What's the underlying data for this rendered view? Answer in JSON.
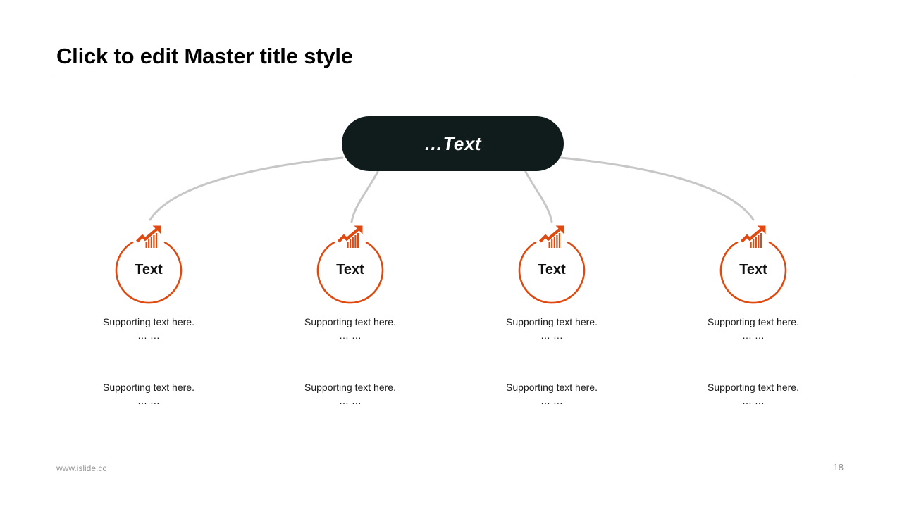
{
  "slide": {
    "title": "Click to edit Master title style",
    "footer_url": "www.islide.cc",
    "page_number": "18"
  },
  "root": {
    "label": "…Text"
  },
  "nodes": [
    {
      "label": "Text",
      "icon": "trend-up-chart-icon",
      "supports": [
        {
          "line1": "Supporting text here.",
          "line2": "… …"
        },
        {
          "line1": "Supporting text here.",
          "line2": "… …"
        }
      ]
    },
    {
      "label": "Text",
      "icon": "trend-up-chart-icon",
      "supports": [
        {
          "line1": "Supporting text here.",
          "line2": "… …"
        },
        {
          "line1": "Supporting text here.",
          "line2": "… …"
        }
      ]
    },
    {
      "label": "Text",
      "icon": "trend-up-chart-icon",
      "supports": [
        {
          "line1": "Supporting text here.",
          "line2": "… …"
        },
        {
          "line1": "Supporting text here.",
          "line2": "… …"
        }
      ]
    },
    {
      "label": "Text",
      "icon": "trend-up-chart-icon",
      "supports": [
        {
          "line1": "Supporting text here.",
          "line2": "… …"
        },
        {
          "line1": "Supporting text here.",
          "line2": "… …"
        }
      ]
    }
  ],
  "colors": {
    "accent_orange": "#E0490F",
    "root_pill_dark": "#101C1B",
    "connector_gray": "#C7C7C7",
    "title_rule_gray": "#A9A9A9",
    "footer_gray": "#989898"
  }
}
